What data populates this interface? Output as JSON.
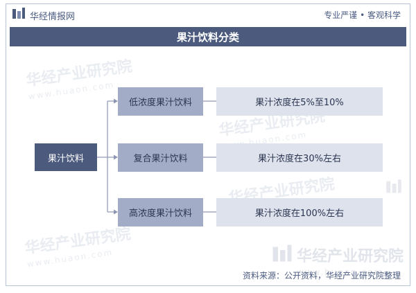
{
  "header": {
    "brand": "华经情报网",
    "slogan": "专业严谨 • 客观科学"
  },
  "title": "果汁饮料分类",
  "diagram": {
    "root": "果汁饮料",
    "categories": [
      {
        "name": "低浓度果汁饮料",
        "description": "果汁浓度在5%至10%"
      },
      {
        "name": "复合果汁饮料",
        "description": "果汁浓度在30%左右"
      },
      {
        "name": "高浓度果汁饮料",
        "description": "果汁浓度在100%左右"
      }
    ]
  },
  "watermark": {
    "text": "华经产业研究院",
    "site": "www.huaon.com"
  },
  "source": "资料来源：公开资料，华经产业研究院整理",
  "colors": {
    "dark": "#4c5a7e",
    "mid": "#a3acc6",
    "light": "#dde2ec",
    "line": "#8d97b3"
  }
}
